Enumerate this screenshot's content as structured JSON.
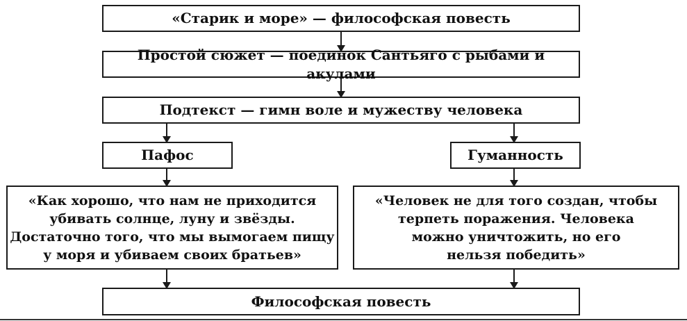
{
  "nodes": {
    "top": "«Старик и море» — философская повесть",
    "plot": "Простой сюжет — поединок Сантьяго с рыбами и акулами",
    "subtext": "Подтекст — гимн воле и мужеству человека",
    "pathos": "Пафос",
    "humanity": "Гуманность",
    "quote_left": [
      "«Как хорошо, что нам не приходится",
      "убивать солнце, луну и звёзды.",
      "Достаточно того, что мы вымогаем пищу",
      "у моря и убиваем своих братьев»"
    ],
    "quote_right": [
      "«Человек не для того создан, чтобы",
      "терпеть поражения. Человека",
      "можно уничтожить, но его",
      "нельзя победить»"
    ],
    "bottom": "Философская повесть"
  }
}
